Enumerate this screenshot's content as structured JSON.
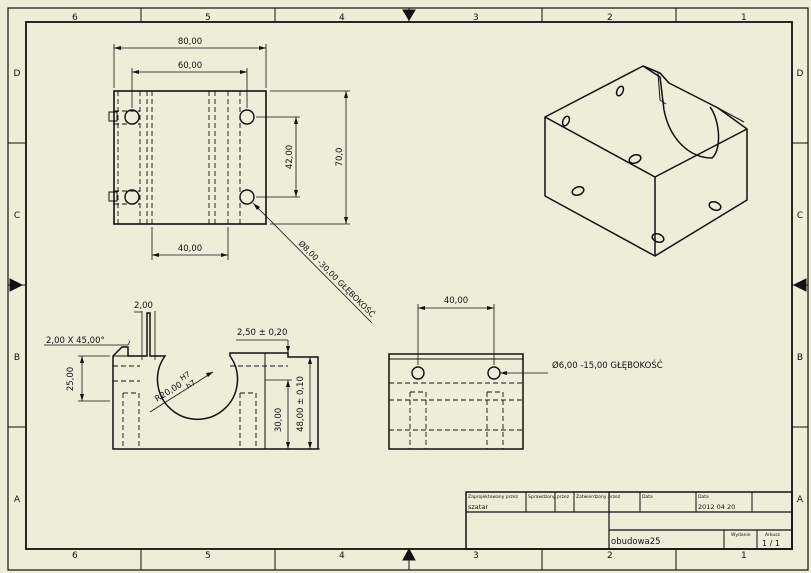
{
  "border": {
    "top_zones": [
      "6",
      "5",
      "4",
      "3",
      "2",
      "1"
    ],
    "bottom_zones": [
      "6",
      "5",
      "4",
      "3",
      "2",
      "1"
    ],
    "side_rows": [
      "D",
      "C",
      "B",
      "A"
    ]
  },
  "top_view": {
    "dim_overall_width": "80,00",
    "dim_hole_spacing": "60,00",
    "dim_bottom": "40,00",
    "dim_hole_vertical": "42,00",
    "dim_height": "70,0",
    "hole_note": "Ø8,00 -30,00 GŁĘBOKOŚĆ"
  },
  "front_view": {
    "chamfer": "2,00 X 45,00°",
    "slot_width": "2,00",
    "slot_tolerance": "2,50 ± 0,20",
    "left_height": "25,00",
    "bore_radius": "R20,00",
    "bore_fit_upper": "H7",
    "bore_fit_lower": "h7",
    "inner_height": "30,00",
    "total_height": "48,00 ± 0,10"
  },
  "side_view": {
    "dim_hole_spacing": "40,00",
    "hole_note": "Ø6,00 -15,00 GŁĘBOKOŚĆ"
  },
  "title_block": {
    "approved_label": "Zaprojektowany przez",
    "approved_value": "szatar",
    "checked_label": "Sprawdzony przez",
    "accepted_label": "Zatwierdzony przez",
    "date_label_small": "Data",
    "date_label": "Data",
    "date_value": "2012 04 20",
    "part_name": "obudowa25",
    "edition_label": "Wydanie",
    "sheet_label": "Arkusz",
    "sheet_value": "1 / 1"
  },
  "colors": {
    "background": "#ededd8",
    "line": "#111111"
  }
}
